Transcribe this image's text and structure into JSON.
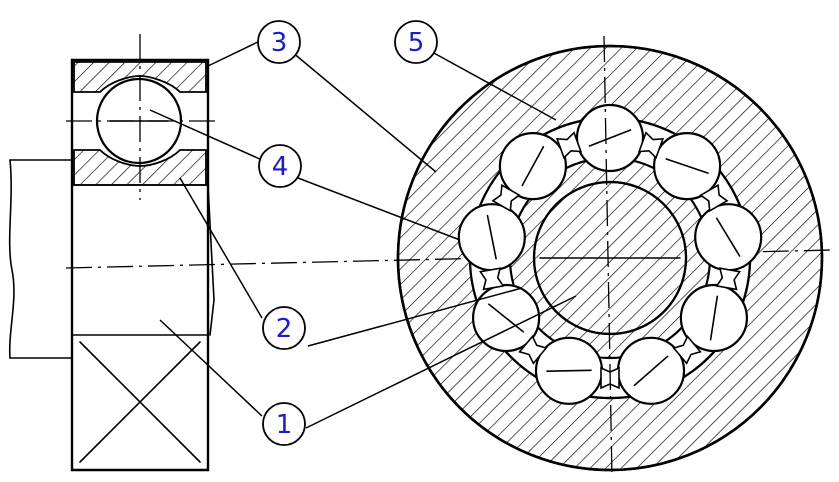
{
  "colors": {
    "label_number": "#1a1ad6",
    "line": "#000000"
  },
  "callouts": [
    {
      "id": "label-1",
      "text": "1"
    },
    {
      "id": "label-2",
      "text": "2"
    },
    {
      "id": "label-3",
      "text": "3"
    },
    {
      "id": "label-4",
      "text": "4"
    },
    {
      "id": "label-5",
      "text": "5"
    }
  ]
}
